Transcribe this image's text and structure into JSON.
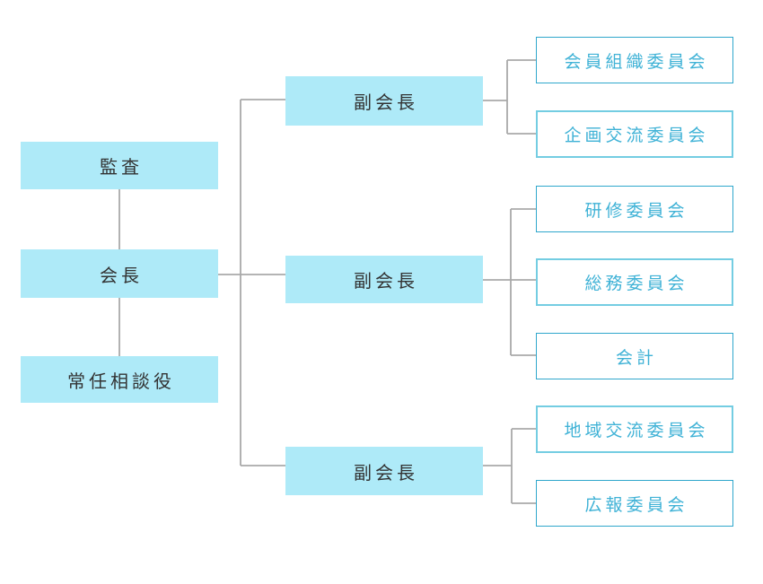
{
  "diagram": {
    "type": "organization-chart",
    "audit": {
      "label": "監査"
    },
    "chairman": {
      "label": "会長"
    },
    "senior_advisor": {
      "label": "常任相談役"
    },
    "vice_presidents": [
      {
        "label": "副会長",
        "committees": [
          {
            "label": "会員組織委員会"
          },
          {
            "label": "企画交流委員会"
          }
        ]
      },
      {
        "label": "副会長",
        "committees": [
          {
            "label": "研修委員会"
          },
          {
            "label": "総務委員会"
          },
          {
            "label": "会計"
          }
        ]
      },
      {
        "label": "副会長",
        "committees": [
          {
            "label": "地域交流委員会"
          },
          {
            "label": "広報委員会"
          }
        ]
      }
    ]
  },
  "colors": {
    "background": "#ffffff",
    "node_fill": "#aeeaf8",
    "node_text": "#333333",
    "committee_border": "#2fa7cc",
    "committee_border_light": "#74cde2",
    "committee_text": "#3fb2d6",
    "connector": "#a9a9a9"
  }
}
